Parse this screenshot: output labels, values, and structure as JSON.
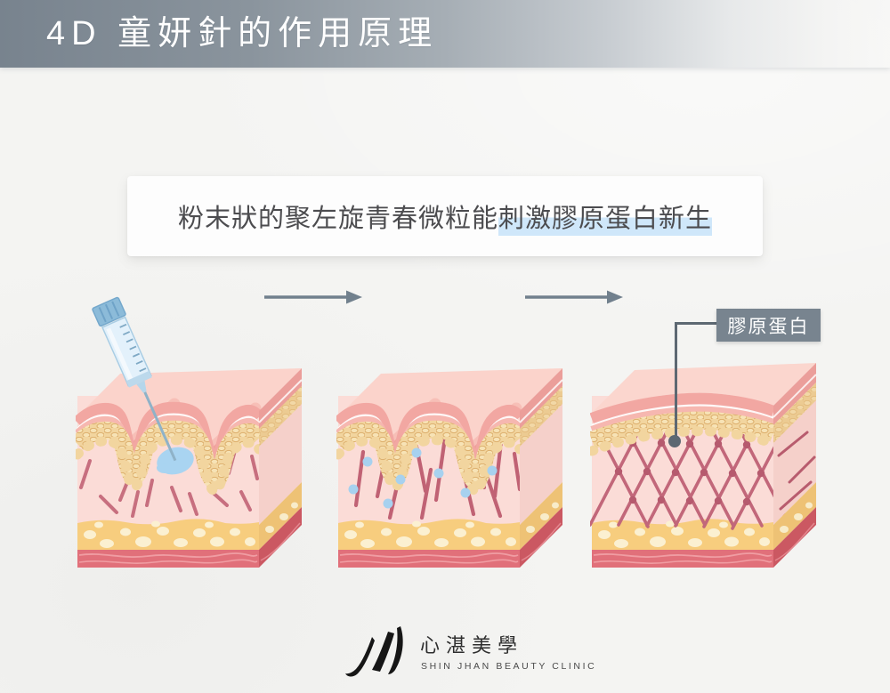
{
  "header": {
    "title": "4D 童妍針的作用原理"
  },
  "description": {
    "prefix": "粉末狀的聚左旋青春微粒能",
    "highlight": "刺激膠原蛋白新生",
    "highlight_color": "#cfe7fa"
  },
  "stages": [
    {
      "icon": "syringe-skin-injection-illustration",
      "meaning": "injection of PLLA microparticles"
    },
    {
      "icon": "skin-with-microparticles-illustration",
      "meaning": "microparticles dispersed in dermis"
    },
    {
      "icon": "smooth-skin-collagen-mesh-illustration",
      "meaning": "new collagen network, smooth skin"
    }
  ],
  "arrows": [
    {
      "icon": "right-arrow"
    },
    {
      "icon": "right-arrow"
    }
  ],
  "callout": {
    "label": "膠原蛋白"
  },
  "footer": {
    "brand_zh": "心湛美學",
    "brand_en": "SHIN JHAN BEAUTY CLINIC"
  },
  "colors": {
    "banner_left": "#78838e",
    "background": "#f4f4f2",
    "slate_accent": "#71808d",
    "callout_bg": "#78848f",
    "skin_top": "#fbd3cb",
    "epidermis": "#f2a7a2",
    "cell_layer": "#f2d59f",
    "dermis": "#fbdcd7",
    "fiber": "#c2677a",
    "fat": "#f7cd7e",
    "muscle": "#e1707a",
    "particle_blue": "#a7d1ef",
    "text_dark": "#4c4c4f"
  }
}
